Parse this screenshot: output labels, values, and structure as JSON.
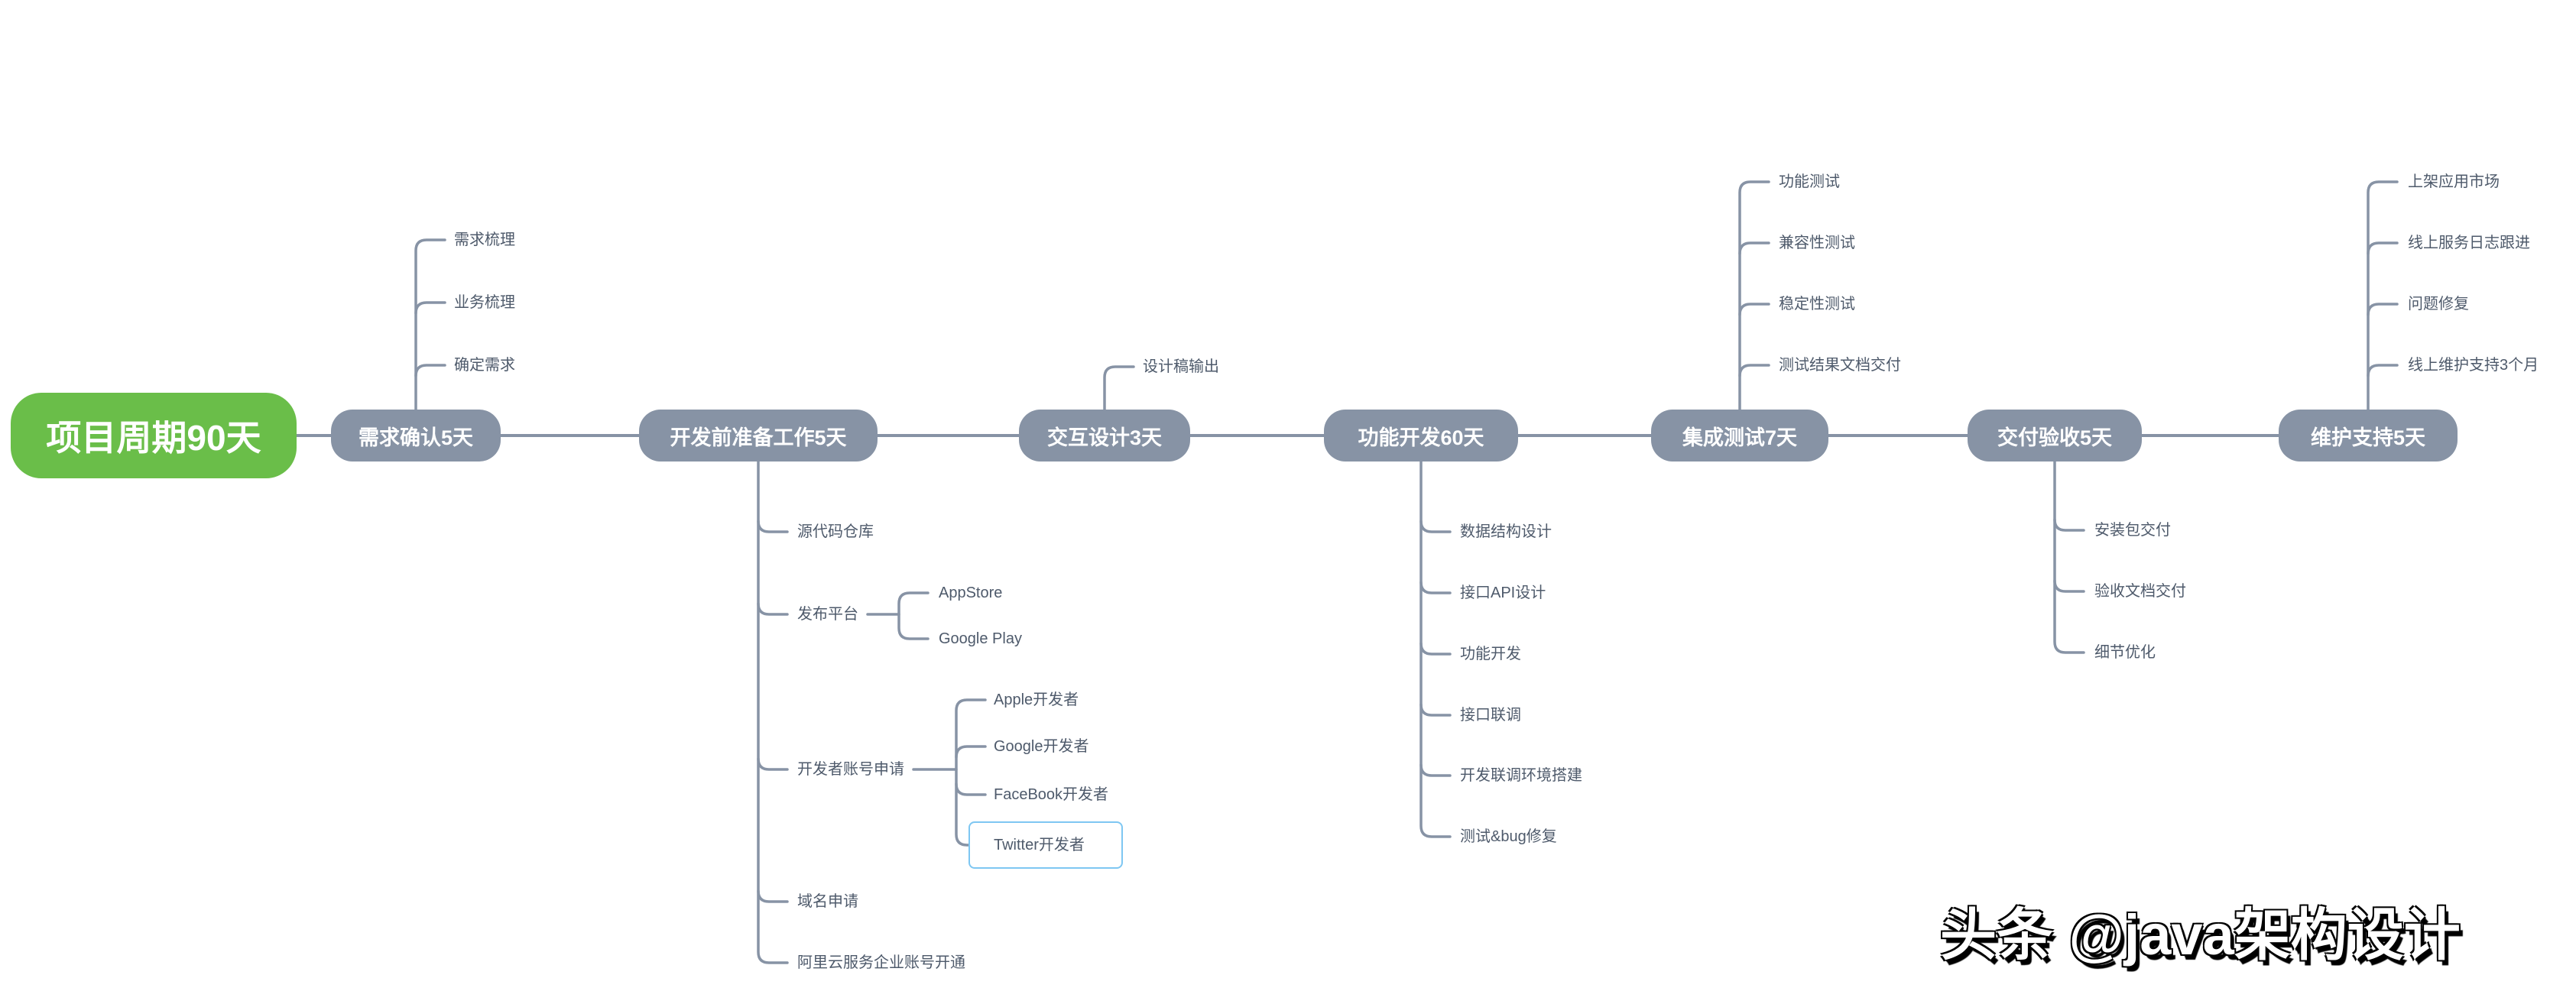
{
  "root": {
    "label": "项目周期90天"
  },
  "branches": [
    {
      "label": "需求确认5天",
      "children": [
        {
          "label": "需求梳理"
        },
        {
          "label": "业务梳理"
        },
        {
          "label": "确定需求"
        }
      ]
    },
    {
      "label": "开发前准备工作5天",
      "children": [
        {
          "label": "源代码仓库"
        },
        {
          "label": "发布平台",
          "children": [
            {
              "label": "AppStore"
            },
            {
              "label": "Google Play"
            }
          ]
        },
        {
          "label": "开发者账号申请",
          "children": [
            {
              "label": "Apple开发者"
            },
            {
              "label": "Google开发者"
            },
            {
              "label": "FaceBook开发者"
            },
            {
              "label": "Twitter开发者",
              "selected": true
            }
          ]
        },
        {
          "label": "域名申请"
        },
        {
          "label": "阿里云服务企业账号开通"
        }
      ]
    },
    {
      "label": "交互设计3天",
      "children": [
        {
          "label": "设计稿输出"
        }
      ]
    },
    {
      "label": "功能开发60天",
      "children": [
        {
          "label": "数据结构设计"
        },
        {
          "label": "接口API设计"
        },
        {
          "label": "功能开发"
        },
        {
          "label": "接口联调"
        },
        {
          "label": "开发联调环境搭建"
        },
        {
          "label": "测试&bug修复"
        }
      ]
    },
    {
      "label": "集成测试7天",
      "children": [
        {
          "label": "功能测试"
        },
        {
          "label": "兼容性测试"
        },
        {
          "label": "稳定性测试"
        },
        {
          "label": "测试结果文档交付"
        }
      ]
    },
    {
      "label": "交付验收5天",
      "children": [
        {
          "label": "安装包交付"
        },
        {
          "label": "验收文档交付"
        },
        {
          "label": "细节优化"
        }
      ]
    },
    {
      "label": "维护支持5天",
      "children": [
        {
          "label": "上架应用市场"
        },
        {
          "label": "线上服务日志跟进"
        },
        {
          "label": "问题修复"
        },
        {
          "label": "线上维护支持3个月"
        }
      ]
    }
  ],
  "watermark": "头条 @java架构设计",
  "colors": {
    "root_bg": "#6abe49",
    "topic_bg": "#8793a5",
    "topic_text": "#ffffff",
    "leaf_text": "#4e5a6b",
    "line": "#8793a5",
    "selection_border": "#7ec7f2"
  }
}
